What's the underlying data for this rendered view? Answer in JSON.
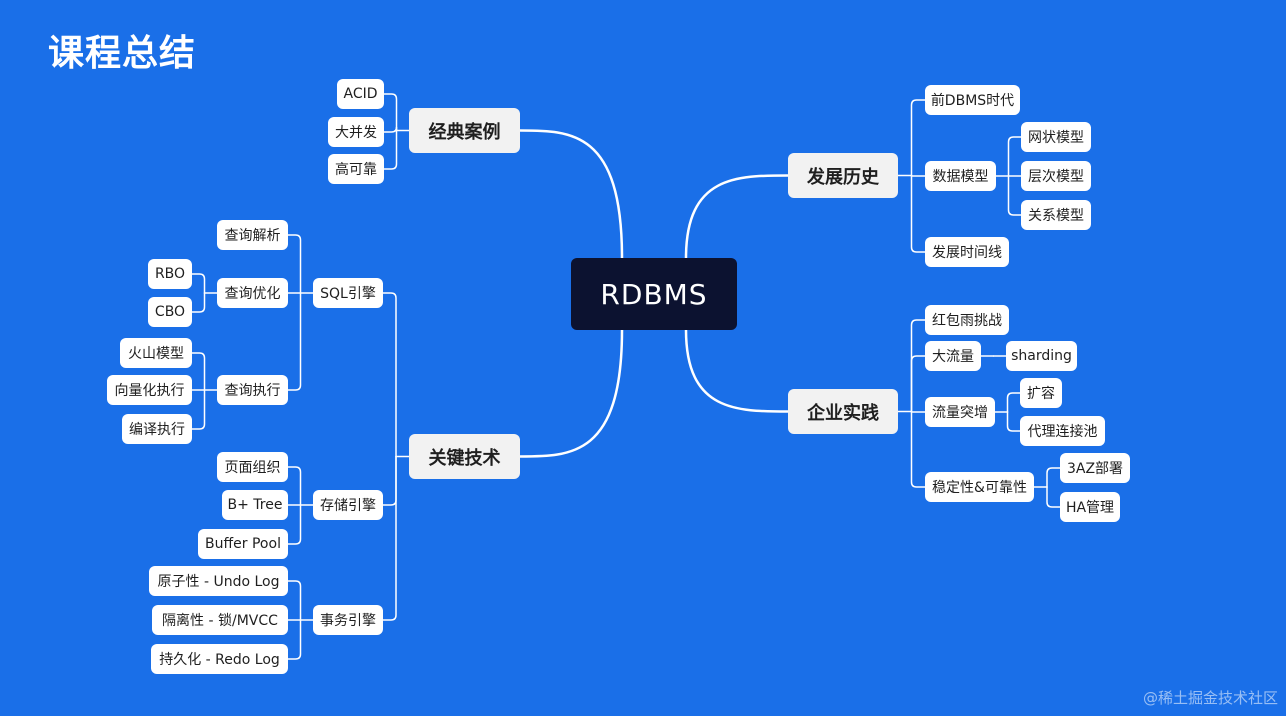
{
  "title": "课程总结",
  "watermark": "@稀土掘金技术社区",
  "colors": {
    "background": "#1a6fe8",
    "root": "#0c1230",
    "link": "#ffffff"
  },
  "mindmap": {
    "root": "RDBMS",
    "left": [
      {
        "label": "经典案例",
        "children": [
          {
            "label": "ACID"
          },
          {
            "label": "大并发"
          },
          {
            "label": "高可靠"
          }
        ]
      },
      {
        "label": "关键技术",
        "children": [
          {
            "label": "SQL引擎",
            "children": [
              {
                "label": "查询解析"
              },
              {
                "label": "查询优化",
                "children": [
                  {
                    "label": "RBO"
                  },
                  {
                    "label": "CBO"
                  }
                ]
              },
              {
                "label": "查询执行",
                "children": [
                  {
                    "label": "火山模型"
                  },
                  {
                    "label": "向量化执行"
                  },
                  {
                    "label": "编译执行"
                  }
                ]
              }
            ]
          },
          {
            "label": "存储引擎",
            "children": [
              {
                "label": "页面组织"
              },
              {
                "label": "B+ Tree"
              },
              {
                "label": "Buffer Pool"
              }
            ]
          },
          {
            "label": "事务引擎",
            "children": [
              {
                "label": "原子性 - Undo Log"
              },
              {
                "label": "隔离性 - 锁/MVCC"
              },
              {
                "label": "持久化 - Redo Log"
              }
            ]
          }
        ]
      }
    ],
    "right": [
      {
        "label": "发展历史",
        "children": [
          {
            "label": "前DBMS时代"
          },
          {
            "label": "数据模型",
            "children": [
              {
                "label": "网状模型"
              },
              {
                "label": "层次模型"
              },
              {
                "label": "关系模型"
              }
            ]
          },
          {
            "label": "发展时间线"
          }
        ]
      },
      {
        "label": "企业实践",
        "children": [
          {
            "label": "红包雨挑战"
          },
          {
            "label": "大流量",
            "children": [
              {
                "label": "sharding"
              }
            ]
          },
          {
            "label": "流量突增",
            "children": [
              {
                "label": "扩容"
              },
              {
                "label": "代理连接池"
              }
            ]
          },
          {
            "label": "稳定性&可靠性",
            "children": [
              {
                "label": "3AZ部署"
              },
              {
                "label": "HA管理"
              }
            ]
          }
        ]
      }
    ]
  }
}
